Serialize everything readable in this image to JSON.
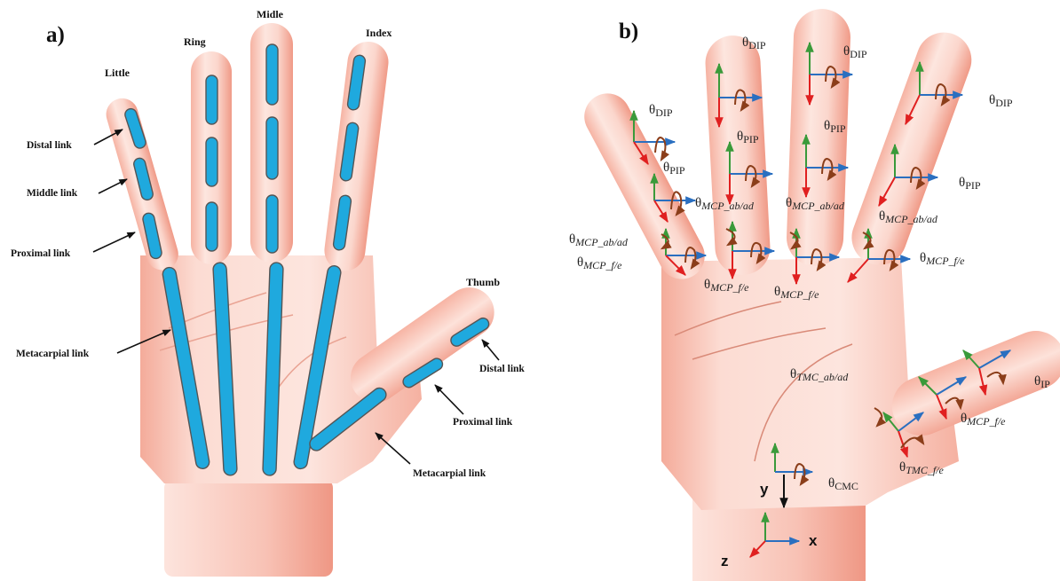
{
  "panel_a": {
    "label": "a)",
    "fingers": {
      "little": "Little",
      "ring": "Ring",
      "middle": "Midle",
      "index": "Index",
      "thumb": "Thumb"
    },
    "links": {
      "distal": "Distal link",
      "middle": "Middle link",
      "proximal": "Proximal link",
      "metacarpal": "Metacarpial link",
      "thumb_distal": "Distal link",
      "thumb_proximal": "Proximal link",
      "thumb_metacarpal": "Metacarpial link"
    }
  },
  "panel_b": {
    "label": "b)",
    "joint_symbol": "θ",
    "angles": {
      "little_dip": "DIP",
      "little_pip": "PIP",
      "little_mcp_abad": "MCP_ab/ad",
      "little_mcp_fe": "MCP_f/e",
      "ring_dip": "DIP",
      "ring_pip": "PIP",
      "ring_mcp_abad": "MCP_ab/ad",
      "ring_mcp_fe": "MCP_f/e",
      "middle_dip": "DIP",
      "middle_pip": "PIP",
      "middle_mcp_abad": "MCP_ab/ad",
      "middle_mcp_fe": "MCP_f/e",
      "index_dip": "DIP",
      "index_pip": "PIP",
      "index_mcp_abad": "MCP_ab/ad",
      "index_mcp_fe": "MCP_f/e",
      "thumb_tmc_abad": "TMC_ab/ad",
      "thumb_tmc_fe": "TMC_f/e",
      "thumb_mcp_fe": "MCP_f/e",
      "thumb_ip": "IP",
      "cmc": "CMC"
    },
    "axes": {
      "x": "x",
      "y": "y",
      "z": "z"
    }
  },
  "colors": {
    "skin_light": "#fde3dc",
    "skin_mid": "#f7b9aa",
    "skin_dark": "#ee9684",
    "bone": "#1fa9de",
    "bone_stroke": "#555555",
    "axis_x": "#2a6fc0",
    "axis_y": "#3a9a3a",
    "axis_z": "#e02020",
    "rotation": "#8b3e1a"
  }
}
